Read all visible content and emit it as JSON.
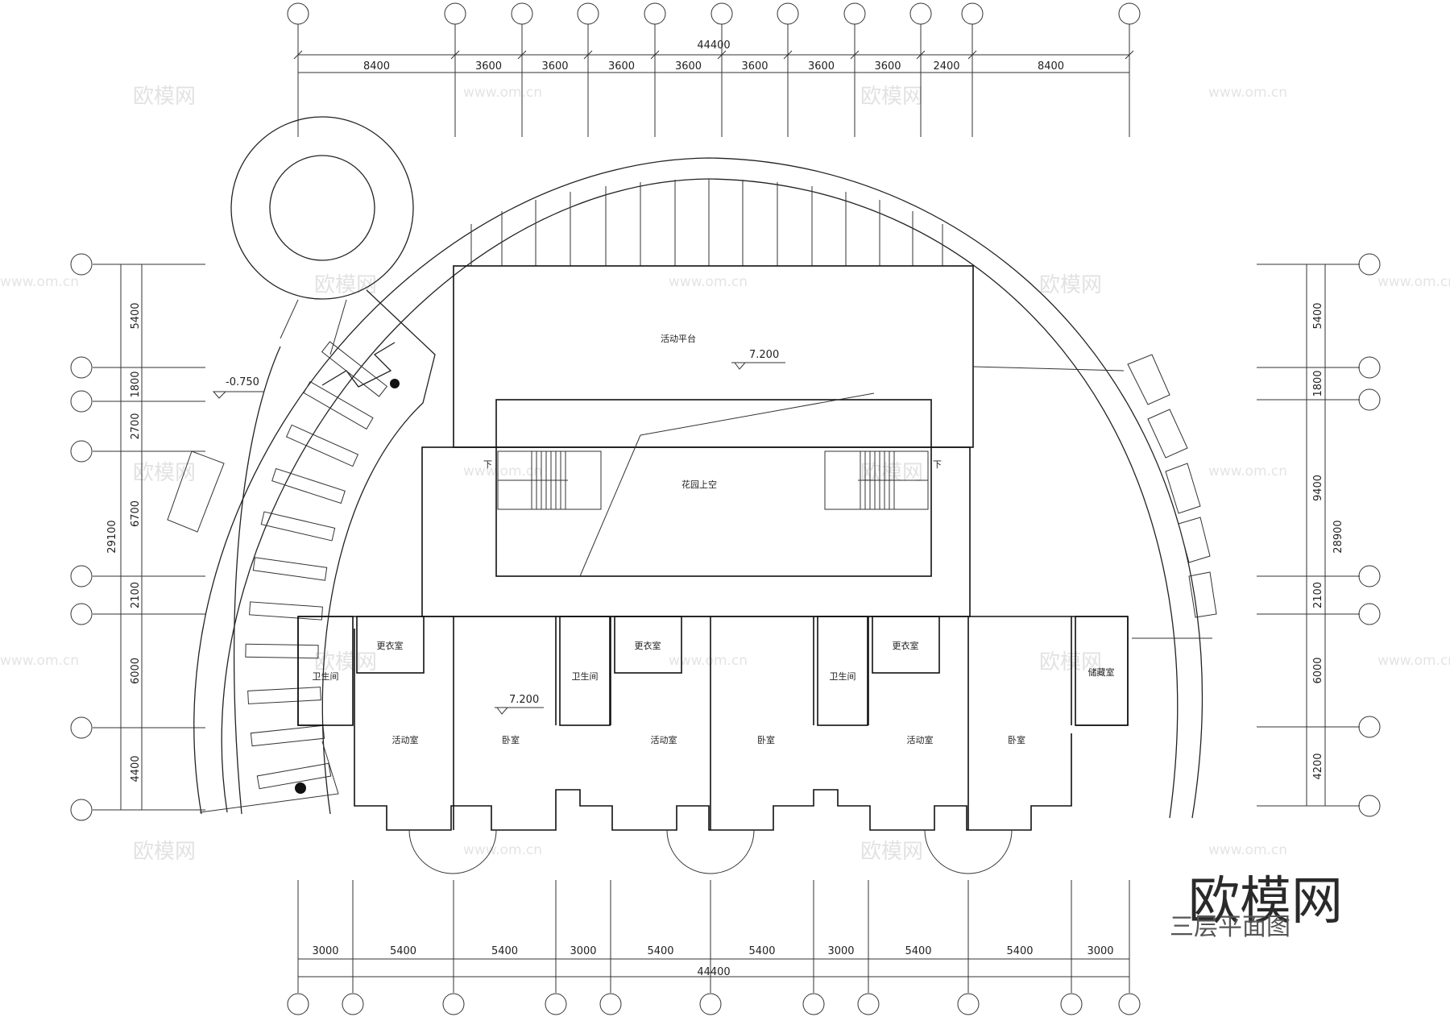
{
  "drawing": {
    "title": "三层平面图",
    "top_total": "44400",
    "bottom_total": "44400",
    "left_total": "29100",
    "right_total": "28900",
    "top_dims": [
      "8400",
      "3600",
      "3600",
      "3600",
      "3600",
      "3600",
      "3600",
      "3600",
      "2400",
      "8400"
    ],
    "bottom_dims": [
      "3000",
      "5400",
      "5400",
      "3000",
      "5400",
      "5400",
      "3000",
      "5400",
      "5400",
      "3000"
    ],
    "left_dims": [
      "5400",
      "1800",
      "2700",
      "6700",
      "2100",
      "6000",
      "4400"
    ],
    "right_dims": [
      "5400",
      "1800",
      "9400",
      "2100",
      "6000",
      "4200"
    ],
    "levels": {
      "platform": "7.200",
      "room": "7.200",
      "ramp": "-0.750"
    },
    "rooms": {
      "platform": "活动平台",
      "garden_void": "花园上空",
      "activity": "活动室",
      "bedroom": "卧室",
      "changing": "更衣室",
      "toilet": "卫生间",
      "storage": "储藏室"
    },
    "stair_down": "下"
  },
  "watermark": {
    "brand": "欧模网",
    "url": "www.om.cn"
  }
}
